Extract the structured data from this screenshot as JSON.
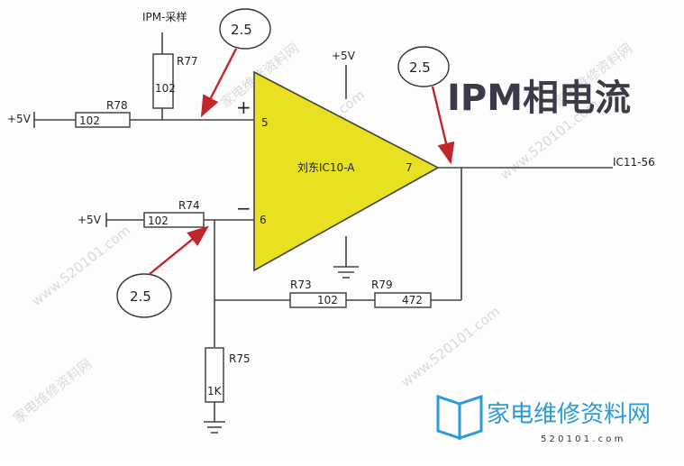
{
  "title": "IPM相电流",
  "ipm_sample_label": "IPM-采样",
  "supply": {
    "vcc_top": "+5V",
    "vcc_left1": "+5V",
    "vcc_left2": "+5V"
  },
  "opamp": {
    "label": "刘东IC10-A",
    "pin_plus": "5",
    "pin_minus": "6",
    "pin_out": "7",
    "sign_plus": "+",
    "sign_minus": "−"
  },
  "output_net": "IC11-56",
  "resistors": {
    "r77": {
      "name": "R77",
      "value": "102"
    },
    "r78": {
      "name": "R78",
      "value": "102"
    },
    "r74": {
      "name": "R74",
      "value": "102"
    },
    "r73": {
      "name": "R73",
      "value": "102"
    },
    "r79": {
      "name": "R79",
      "value": "472"
    },
    "r75": {
      "name": "R75",
      "value": "1K"
    }
  },
  "callouts": {
    "c1": "2.5",
    "c2": "2.5",
    "c3": "2.5"
  },
  "watermarks": {
    "brand": "家电维修资料网",
    "site": "www.520101.com",
    "footer_url": "5 2 0 1 0 1 . c o m"
  },
  "colors": {
    "opamp_fill": "#e8e020",
    "arrow": "#c0262a",
    "title": "#3a3a4a",
    "brand": "#2a9ad8",
    "wire": "#444444"
  },
  "icons": {
    "logo": "book-icon"
  }
}
